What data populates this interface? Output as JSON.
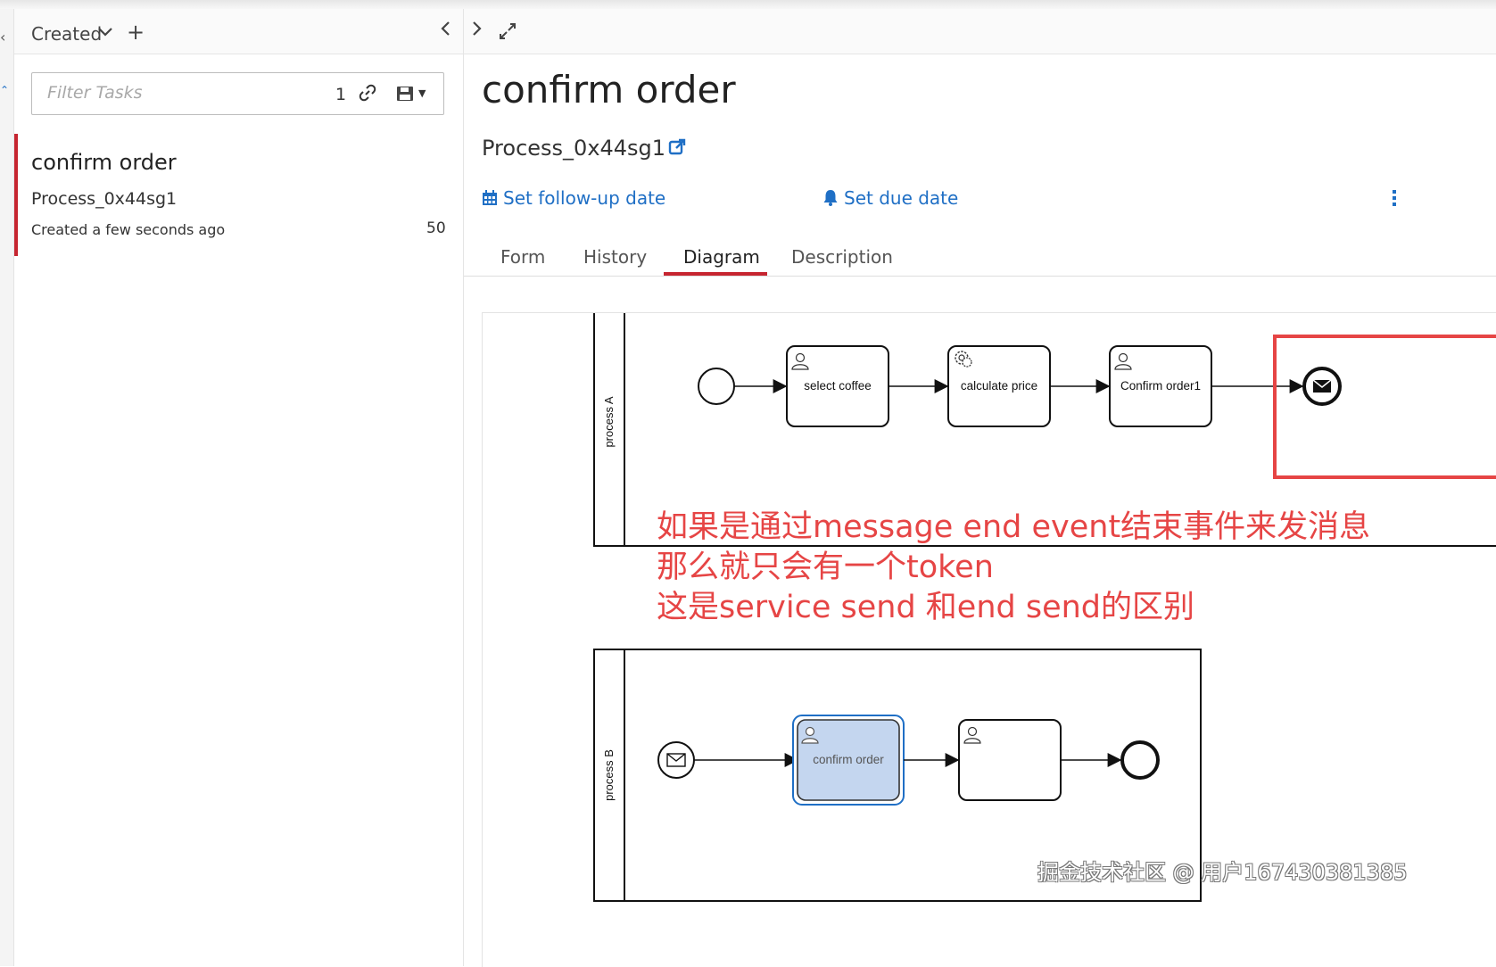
{
  "left_panel": {
    "sort_label": "Created",
    "filter": {
      "placeholder": "Filter Tasks",
      "count": "1"
    },
    "task": {
      "title": "confirm order",
      "process": "Process_0x44sg1",
      "created": "Created a few seconds ago",
      "priority": "50"
    }
  },
  "task_detail": {
    "title": "confirm order",
    "process_name": "Process_0x44sg1",
    "follow_up_label": "Set follow-up date",
    "due_date_label": "Set due date",
    "tabs": [
      "Form",
      "History",
      "Diagram",
      "Description"
    ],
    "active_tab": "Diagram"
  },
  "diagram": {
    "pool_a": {
      "label": "process A",
      "tasks": [
        "select coffee",
        "calculate price",
        "Confirm order1"
      ]
    },
    "pool_b": {
      "label": "process B",
      "tasks": [
        "confirm order",
        ""
      ]
    },
    "highlight_color": "#e64545"
  },
  "annotation": {
    "line1": "如果是通过message end event结束事件来发消息",
    "line2": "那么就只会有一个token",
    "line3": "这是service send 和end send的区别"
  },
  "watermark": "掘金技术社区 @ 用户167430381385"
}
